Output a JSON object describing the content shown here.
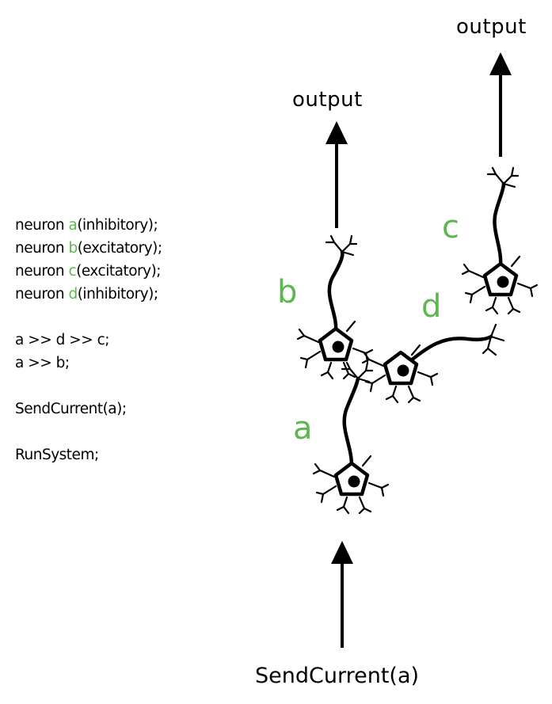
{
  "code": {
    "decl_a": {
      "prefix": "neuron ",
      "name": "a",
      "suffix": "(inhibitory);"
    },
    "decl_b": {
      "prefix": "neuron ",
      "name": "b",
      "suffix": "(excitatory);"
    },
    "decl_c": {
      "prefix": "neuron ",
      "name": "c",
      "suffix": "(excitatory);"
    },
    "decl_d": {
      "prefix": "neuron ",
      "name": "d",
      "suffix": "(inhibitory);"
    },
    "chain1": "a >> d >> c;",
    "chain2": "a >> b;",
    "send": "SendCurrent(a);",
    "run": "RunSystem;"
  },
  "diagram": {
    "output_label_b": "output",
    "output_label_c": "output",
    "input_label": "SendCurrent(a)",
    "neuron_labels": {
      "a": "a",
      "b": "b",
      "c": "c",
      "d": "d"
    }
  },
  "colors": {
    "accent": "#5db64f",
    "ink": "#000000"
  }
}
